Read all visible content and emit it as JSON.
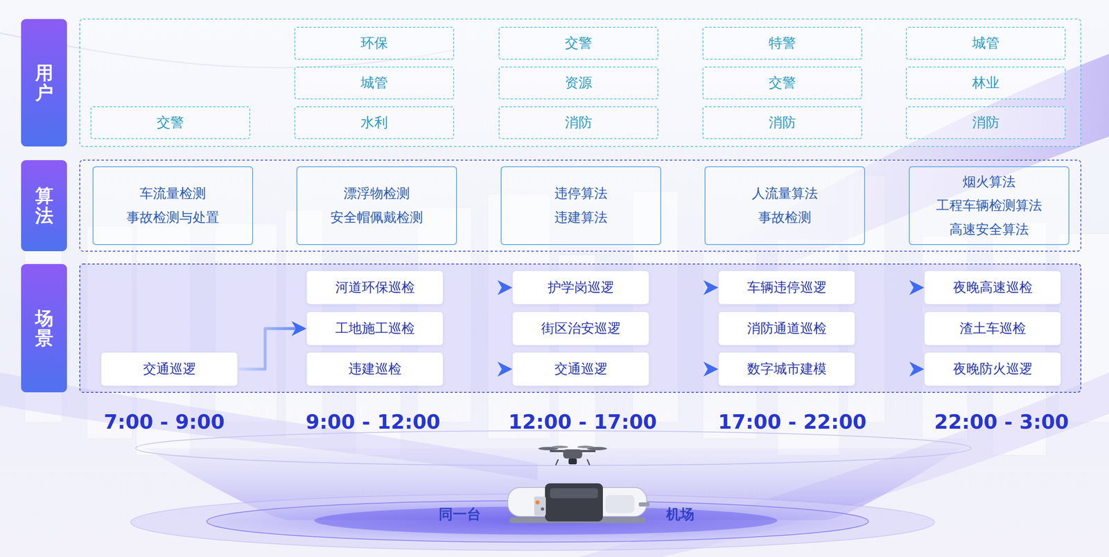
{
  "diagram": {
    "nodes": [
      {
        "text": [
          "用户"
        ]
      },
      {
        "text": [
          "交警"
        ]
      },
      {
        "text": [
          "环保"
        ]
      },
      {
        "text": [
          "城管"
        ]
      },
      {
        "text": [
          "水利"
        ]
      },
      {
        "text": [
          "交警"
        ]
      },
      {
        "text": [
          "资源"
        ]
      },
      {
        "text": [
          "消防"
        ]
      },
      {
        "text": [
          "特警"
        ]
      },
      {
        "text": [
          "交警"
        ]
      },
      {
        "text": [
          "消防"
        ]
      },
      {
        "text": [
          "城管"
        ]
      },
      {
        "text": [
          "林业"
        ]
      },
      {
        "text": [
          "消防"
        ]
      },
      {
        "text": [
          "算法"
        ]
      },
      {
        "text": [
          "车流量检测",
          "事故检测与处置"
        ]
      },
      {
        "text": [
          "漂浮物检测",
          "安全帽佩戴检测"
        ]
      },
      {
        "text": [
          "违停算法",
          "违建算法"
        ]
      },
      {
        "text": [
          "人流量算法",
          "事故检测"
        ]
      },
      {
        "text": [
          "烟火算法",
          "工程车辆检测算法",
          "高速安全算法"
        ]
      },
      {
        "text": [
          "场景"
        ]
      },
      {
        "text": [
          "交通巡逻"
        ]
      },
      {
        "text": [
          "河道环保巡检"
        ]
      },
      {
        "text": [
          "工地施工巡检"
        ]
      },
      {
        "text": [
          "违建巡检"
        ]
      },
      {
        "text": [
          "护学岗巡逻"
        ]
      },
      {
        "text": [
          "街区治安巡逻"
        ]
      },
      {
        "text": [
          "交通巡逻"
        ]
      },
      {
        "text": [
          "车辆违停巡逻"
        ]
      },
      {
        "text": [
          "消防通道巡检"
        ]
      },
      {
        "text": [
          "数字城市建模"
        ]
      },
      {
        "text": [
          "夜晚高速巡检"
        ]
      },
      {
        "text": [
          "渣土车巡检"
        ]
      },
      {
        "text": [
          "夜晚防火巡逻"
        ]
      }
    ],
    "edges": [
      {
        "from": 21,
        "to": 23,
        "arrow": "to"
      },
      {
        "from": 22,
        "to": 25,
        "arrow": "to"
      },
      {
        "from": 24,
        "to": 27,
        "arrow": "to"
      },
      {
        "from": 25,
        "to": 28,
        "arrow": "to"
      },
      {
        "from": 27,
        "to": 30,
        "arrow": "to"
      },
      {
        "from": 28,
        "to": 31,
        "arrow": "to"
      },
      {
        "from": 30,
        "to": 33,
        "arrow": "to"
      }
    ],
    "labels": [
      "7:00 - 9:00",
      "9:00 - 12:00",
      "12:00 - 17:00",
      "17:00 - 22:00",
      "22:00 - 3:00",
      "同一台",
      "机场"
    ]
  }
}
